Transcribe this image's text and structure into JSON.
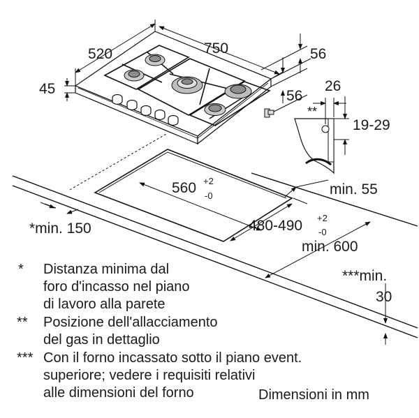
{
  "dimensions": {
    "depth": "520",
    "width": "750",
    "height": "45",
    "side_top": "56",
    "side_bottom": "56",
    "gas_offset": "26",
    "gas_range": "19-29",
    "gas_marker": "**",
    "cutout_width": "560",
    "cutout_width_tol_plus": "+2",
    "cutout_width_tol_minus": "-0",
    "cutout_depth": "480-490",
    "cutout_depth_tol_plus": "+2",
    "cutout_depth_tol_minus": "-0",
    "min_55": "min. 55",
    "min_150": "*min. 150",
    "min_600": "min. 600",
    "min_30_top": "***min.",
    "min_30_bottom": "30"
  },
  "notes": [
    {
      "mark": "*",
      "lines": [
        "Distanza minima dal",
        "foro d'incasso nel piano",
        "di lavoro alla parete"
      ]
    },
    {
      "mark": "**",
      "lines": [
        "Posizione dell'allacciamento",
        "del gas in dettaglio"
      ]
    },
    {
      "mark": "***",
      "lines": [
        "Con il forno incassato sotto il piano event.",
        "superiore; vedere i requisiti relativi",
        "alle dimensioni del forno"
      ]
    }
  ],
  "units_caption": "Dimensioni in mm"
}
